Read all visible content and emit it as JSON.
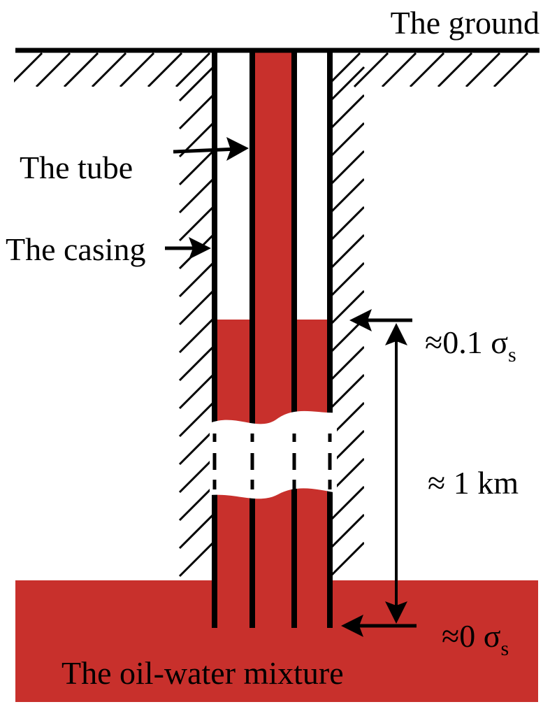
{
  "labels": {
    "ground": "The ground",
    "tube": "The tube",
    "casing": "The casing",
    "top_stress_prefix": "≈0.1 σ",
    "top_stress_sub": "s",
    "depth": "≈ 1 km",
    "bottom_stress_prefix": "≈0 σ",
    "bottom_stress_sub": "s",
    "mixture": "The oil-water mixture"
  },
  "colors": {
    "fluid": "#c8302c",
    "line": "#000000",
    "background": "#ffffff"
  }
}
